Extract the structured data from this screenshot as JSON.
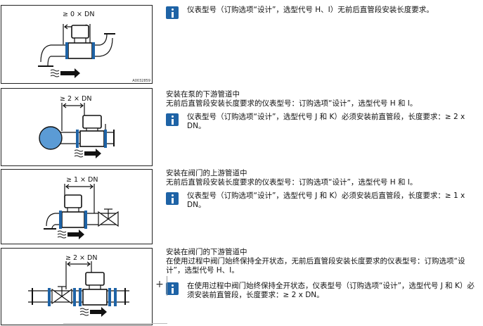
{
  "figures": [
    {
      "dimension": "≥ 0 × DN",
      "code": "A0032859"
    },
    {
      "dimension": "≥ 2 × DN"
    },
    {
      "dimension": "≥ 1 × DN"
    },
    {
      "dimension": "≥ 2 × DN"
    }
  ],
  "sections": [
    {
      "heading": "",
      "body": "",
      "note": "仪表型号（订购选项“设计”，选型代号 H、I）无前后直管段安装长度要求。"
    },
    {
      "heading": "安装在泵的下游管道中",
      "body": "无前后直管段安装长度要求的仪表型号：订购选项“设计”，选型代号 H 和 I。",
      "note": "仪表型号（订购选项“设计”，选型代号 J 和 K）必须安装前直管段，长度要求：≥ 2 x DN。"
    },
    {
      "heading": "安装在阀门的上游管道中",
      "body": "无前后直管段安装长度要求的仪表型号：订购选项“设计”，选型代号 H 和 I。",
      "note": "仪表型号（订购选项“设计”，选型代号 J 和 K）必须安装后直管段，长度要求：≥ 1 x DN。"
    },
    {
      "heading": "安装在阀门的下游管道中",
      "body": "在使用过程中阀门始终保持全开状态，无前后直管段安装长度要求的仪表型号：订购选项“设计”，选型代号 H、I。",
      "note": "在使用过程中阀门始终保持全开状态，仪表型号（订购选项“设计”，选型代号 J 和 K）必须安装前直管段，长度要求：≥ 2 x DN。"
    }
  ],
  "colors": {
    "info_icon": "#1e63a6"
  },
  "icons": [
    "info-icon",
    "plus-icon"
  ]
}
